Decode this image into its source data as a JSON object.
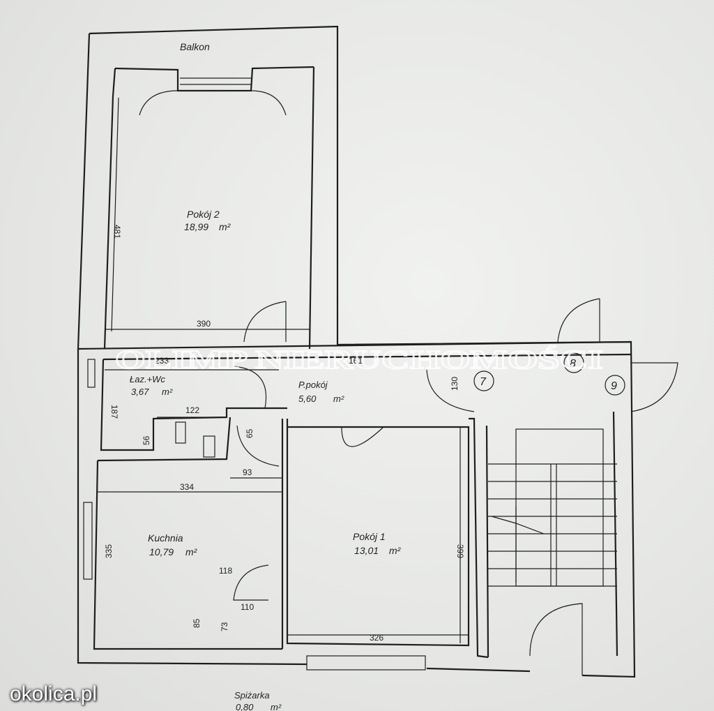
{
  "rooms": {
    "balkon": "Balkon",
    "pokoj2_name": "Pokój 2",
    "pokoj2_area": "18,99",
    "laz_name": "Łaz.+Wc",
    "laz_area": "3,67",
    "ppokoj_name": "P.pokój",
    "ppokoj_area": "5,60",
    "kuchnia_name": "Kuchnia",
    "kuchnia_area": "10,79",
    "pokoj1_name": "Pokój 1",
    "pokoj1_area": "13,01",
    "spizarka_name": "Spiżarka",
    "spizarka_area": "0,80",
    "unit": "m²"
  },
  "dimensions": {
    "d481": "481",
    "d390": "390",
    "d233": "233",
    "d161": "161",
    "d130": "130",
    "d187": "187",
    "d122": "122",
    "d56": "56",
    "d65": "65",
    "d93": "93",
    "d334": "334",
    "d335": "335",
    "d399": "399",
    "d118": "118",
    "d110": "110",
    "d85": "85",
    "d73": "73",
    "d326": "326"
  },
  "markers": {
    "m7": "7",
    "m8": "8",
    "m9": "9"
  },
  "watermark": "OLIMP NIERUCHOMOŚCI",
  "site_label": "okolica.pl"
}
